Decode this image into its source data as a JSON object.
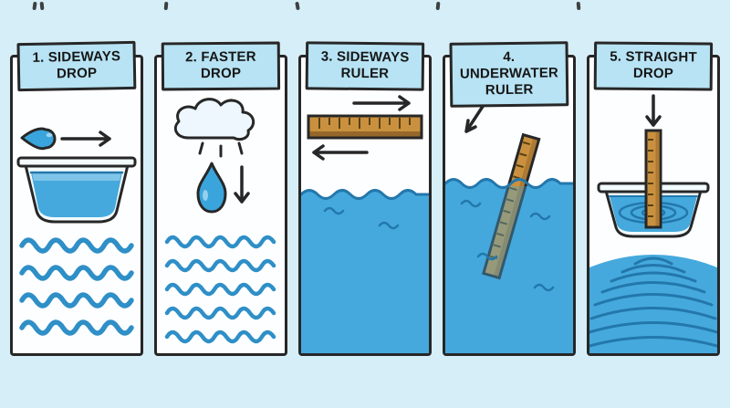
{
  "colors": {
    "page-bg": "#d6eef8",
    "outline": "#272727",
    "panel-fill": "#fdfeff",
    "titlebox-fill": "#b7e3f4",
    "water": "#45a9dd",
    "water-deep": "#2377ab",
    "wave": "#2f8fc7",
    "drop": "#3aa5dc",
    "drop-light": "#9ed4ef",
    "cloud": "#edf7fd",
    "glass": "#f2fbff",
    "ruler": "#c9913f",
    "ruler-dark": "#96672a",
    "tick": "#59400f"
  },
  "icons": {
    "arrow-right": "→",
    "arrow-left": "←",
    "arrow-down": "↓",
    "arrow-down-left": "↙"
  },
  "panels": [
    {
      "id": 1,
      "title_line1": "1. SIDEWAYS",
      "title_line2": "DROP",
      "illustration": "sideways-drop"
    },
    {
      "id": 2,
      "title_line1": "2. FASTER",
      "title_line2": "DROP",
      "illustration": "faster-drop"
    },
    {
      "id": 3,
      "title_line1": "3. SIDEWAYS",
      "title_line2": "RULER",
      "illustration": "sideways-ruler"
    },
    {
      "id": 4,
      "title_line1": "4. UNDERWATER",
      "title_line2": "RULER",
      "illustration": "underwater-ruler"
    },
    {
      "id": 5,
      "title_line1": "5. STRAIGHT",
      "title_line2": "DROP",
      "illustration": "straight-drop"
    }
  ]
}
